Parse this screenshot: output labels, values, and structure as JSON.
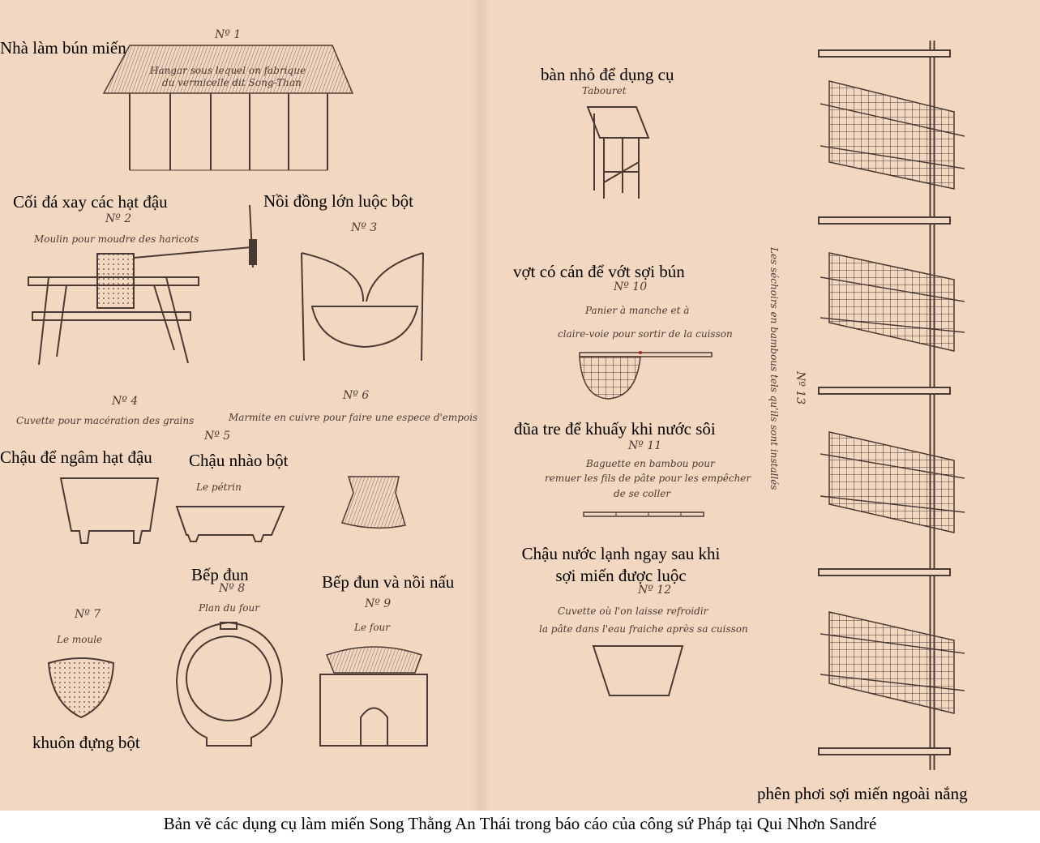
{
  "vi_labels": {
    "l1": "Nhà làm bún miến",
    "l2": "bàn nhỏ để dụng cụ",
    "l3": "Cối đá xay các hạt đậu",
    "l4": "Nồi đồng lớn luộc bột",
    "l5": "vợt có cán để vớt sợi bún",
    "l6": "Chậu để ngâm hạt đậu",
    "l7": "Chậu nhào bột",
    "l8": "đũa tre để khuấy khi nước sôi",
    "l9": "Bếp đun",
    "l10": "Bếp đun và nồi nấu",
    "l11a": "Chậu nước lạnh ngay sau khi",
    "l11b": "sợi miến được luộc",
    "l12": "khuôn đựng bột",
    "l13": "phên phơi sợi miến ngoài nắng"
  },
  "fr_numbers": {
    "n1": "Nº 1",
    "n2": "Nº 2",
    "n3": "Nº 3",
    "n4": "Nº 4",
    "n5": "Nº 5",
    "n6": "Nº 6",
    "n7": "Nº 7",
    "n8": "Nº 8",
    "n9": "Nº 9",
    "n10": "Nº 10",
    "n11": "Nº 11",
    "n12": "Nº 12",
    "n13": "Nº 13"
  },
  "fr_labels": {
    "hangar1": "Hangar sous lequel on fabrique",
    "hangar2": "du vermicelle dit Song-Than",
    "tabouret": "Tabouret",
    "moulin": "Moulin pour moudre des haricots",
    "panier1": "Panier à manche et à",
    "panier2": "claire-voie pour sortir de la cuisson",
    "cuvette4": "Cuvette pour macération des grains",
    "marmite6": "Marmite en cuivre pour faire une espece d'empois",
    "petrin": "Le pétrin",
    "baguette1": "Baguette en bambou pour",
    "baguette2": "remuer les fils de pâte pour les empêcher",
    "baguette3": "de se coller",
    "moule": "Le moule",
    "plan_four": "Plan du four",
    "four": "Le four",
    "cuvette12a": "Cuvette où l'on laisse refroidir",
    "cuvette12b": "la pâte dans l'eau fraiche après sa cuisson",
    "sechoirs": "Les séchoirs en bambous tels qu'ils sont installés"
  },
  "caption": "Bản vẽ các dụng cụ làm miến Song Thằng An Thái trong báo cáo của công sứ Pháp tại Qui Nhơn Sandré",
  "colors": {
    "paper": "#f3d8c1",
    "ink": "#4a3a35",
    "label": "#000000"
  }
}
